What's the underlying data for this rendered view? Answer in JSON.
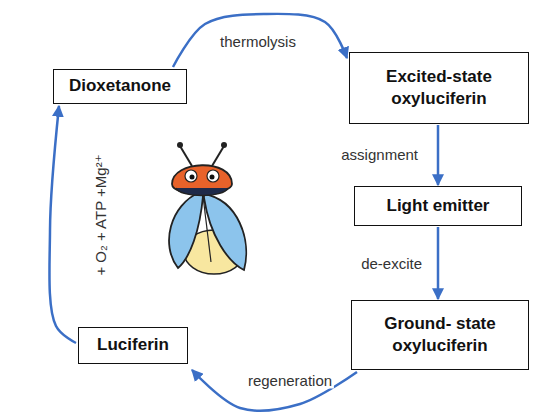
{
  "diagram": {
    "nodes": [
      {
        "text": [
          "Dioxetanone"
        ]
      },
      {
        "text": [
          "Excited-state oxyluciferin"
        ]
      },
      {
        "text": [
          "Light emitter"
        ]
      },
      {
        "text": [
          "Ground- state oxyluciferin"
        ]
      },
      {
        "text": [
          "Luciferin"
        ]
      }
    ],
    "edges": [
      {
        "from": 0,
        "to": 1,
        "label": "thermolysis",
        "arrow": "to"
      },
      {
        "from": 1,
        "to": 2,
        "label": "assignment",
        "arrow": "to"
      },
      {
        "from": 2,
        "to": 3,
        "label": "de-excite",
        "arrow": "to"
      },
      {
        "from": 3,
        "to": 4,
        "label": "regeneration",
        "arrow": "to"
      },
      {
        "from": 4,
        "to": 0,
        "label": "+ O₂ + ATP +Mg²⁺",
        "arrow": "to"
      }
    ]
  }
}
